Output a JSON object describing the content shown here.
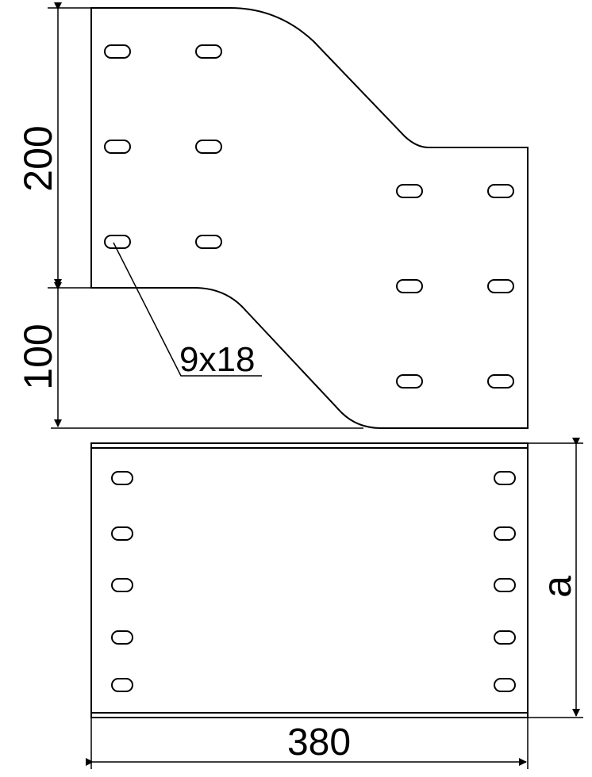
{
  "drawing": {
    "top_view": {
      "dim_upper": "200",
      "dim_lower": "100",
      "slot_label": "9x18"
    },
    "side_view": {
      "dim_width": "380",
      "dim_height": "a"
    },
    "colors": {
      "line": "#000000",
      "background": "#ffffff"
    }
  }
}
